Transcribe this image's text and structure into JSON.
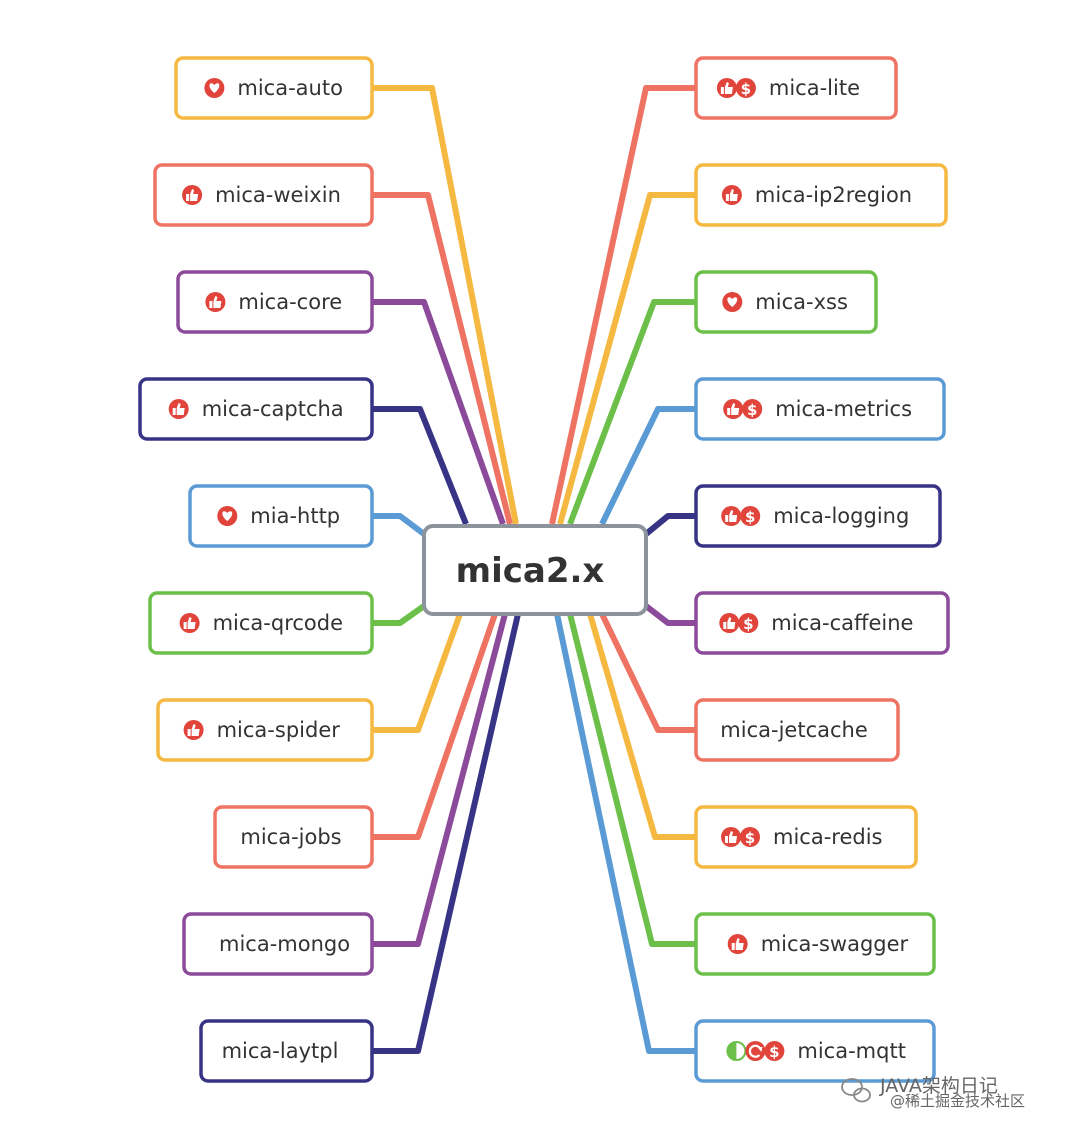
{
  "center": {
    "label": "mica2.x"
  },
  "colors": {
    "yellow": "#f5b841",
    "orange": "#ef7363",
    "purple": "#8c4a9b",
    "navy": "#373486",
    "blue": "#5b9bd5",
    "green": "#6cc04a",
    "icon_red": "#e0443a",
    "icon_green": "#6cc04a",
    "center_border": "#8c939b"
  },
  "left_nodes": [
    {
      "label": "mica-auto",
      "color": "yellow",
      "icons": [
        "heart-icon"
      ]
    },
    {
      "label": "mica-weixin",
      "color": "orange",
      "icons": [
        "thumbs-up-icon"
      ]
    },
    {
      "label": "mica-core",
      "color": "purple",
      "icons": [
        "thumbs-up-icon"
      ]
    },
    {
      "label": "mica-captcha",
      "color": "navy",
      "icons": [
        "thumbs-up-icon"
      ]
    },
    {
      "label": "mia-http",
      "color": "blue",
      "icons": [
        "heart-icon"
      ]
    },
    {
      "label": "mica-qrcode",
      "color": "green",
      "icons": [
        "thumbs-up-icon"
      ]
    },
    {
      "label": "mica-spider",
      "color": "yellow",
      "icons": [
        "thumbs-up-icon"
      ]
    },
    {
      "label": "mica-jobs",
      "color": "orange",
      "icons": []
    },
    {
      "label": "mica-mongo",
      "color": "purple",
      "icons": []
    },
    {
      "label": "mica-laytpl",
      "color": "navy",
      "icons": []
    }
  ],
  "right_nodes": [
    {
      "label": "mica-lite",
      "color": "orange",
      "icons": [
        "thumbs-up-icon",
        "dollar-icon"
      ]
    },
    {
      "label": "mica-ip2region",
      "color": "yellow",
      "icons": [
        "thumbs-up-icon"
      ]
    },
    {
      "label": "mica-xss",
      "color": "green",
      "icons": [
        "heart-icon"
      ]
    },
    {
      "label": "mica-metrics",
      "color": "blue",
      "icons": [
        "thumbs-up-icon",
        "dollar-icon"
      ]
    },
    {
      "label": "mica-logging",
      "color": "navy",
      "icons": [
        "thumbs-up-icon",
        "dollar-icon"
      ]
    },
    {
      "label": "mica-caffeine",
      "color": "purple",
      "icons": [
        "thumbs-up-icon",
        "dollar-icon"
      ]
    },
    {
      "label": "mica-jetcache",
      "color": "orange",
      "icons": []
    },
    {
      "label": "mica-redis",
      "color": "yellow",
      "icons": [
        "thumbs-up-icon",
        "dollar-icon"
      ]
    },
    {
      "label": "mica-swagger",
      "color": "green",
      "icons": [
        "thumbs-up-icon"
      ]
    },
    {
      "label": "mica-mqtt",
      "color": "blue",
      "icons": [
        "half-circle-icon",
        "refresh-icon",
        "dollar-icon"
      ]
    }
  ],
  "watermark": {
    "line1": "JAVA架构日记",
    "line2": "@稀土掘金技术社区"
  }
}
